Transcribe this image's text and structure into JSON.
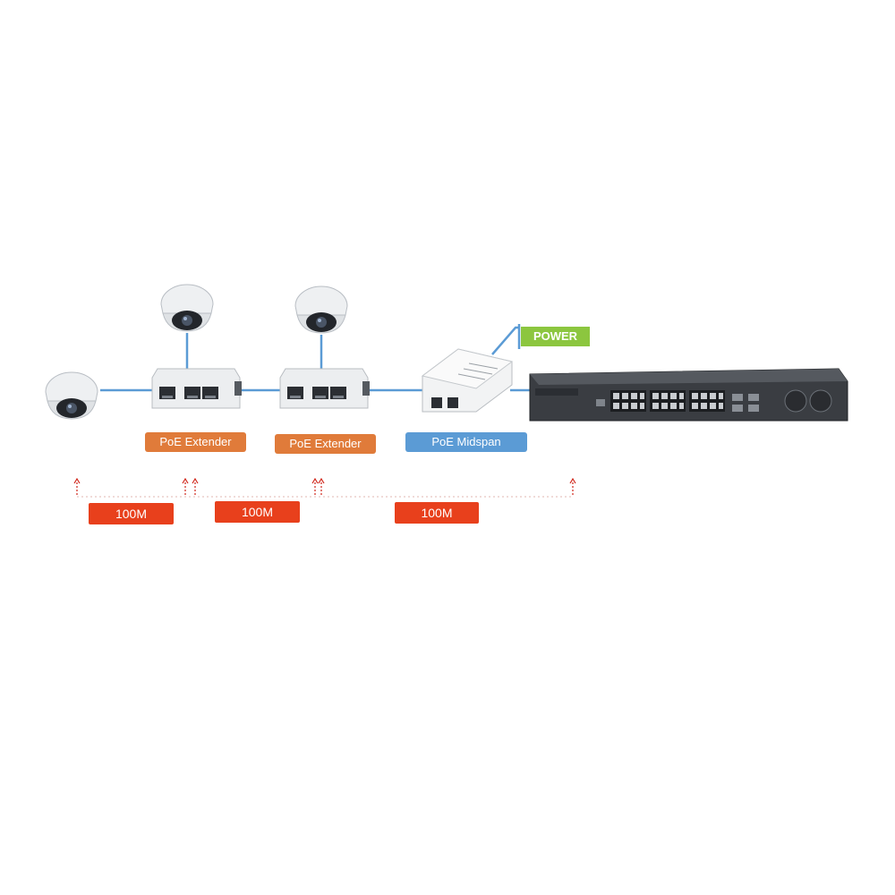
{
  "labels": {
    "extender_1": "PoE Extender",
    "extender_2": "PoE Extender",
    "midspan": "PoE Midspan",
    "power": "POWER"
  },
  "distances": [
    "100M",
    "100M",
    "100M"
  ],
  "devices": {
    "cameras": [
      "camera-icon",
      "camera-icon",
      "camera-icon"
    ],
    "extenders": [
      "poe-extender-icon",
      "poe-extender-icon"
    ],
    "midspan": "poe-midspan-icon",
    "switch": "network-switch-icon"
  },
  "colors": {
    "cable": "#5b9bd5",
    "extender_label": "#e07b3a",
    "midspan_label": "#5b9bd5",
    "power_label": "#8cc63f",
    "distance_label": "#e8401c",
    "marker": "#d0261a"
  }
}
